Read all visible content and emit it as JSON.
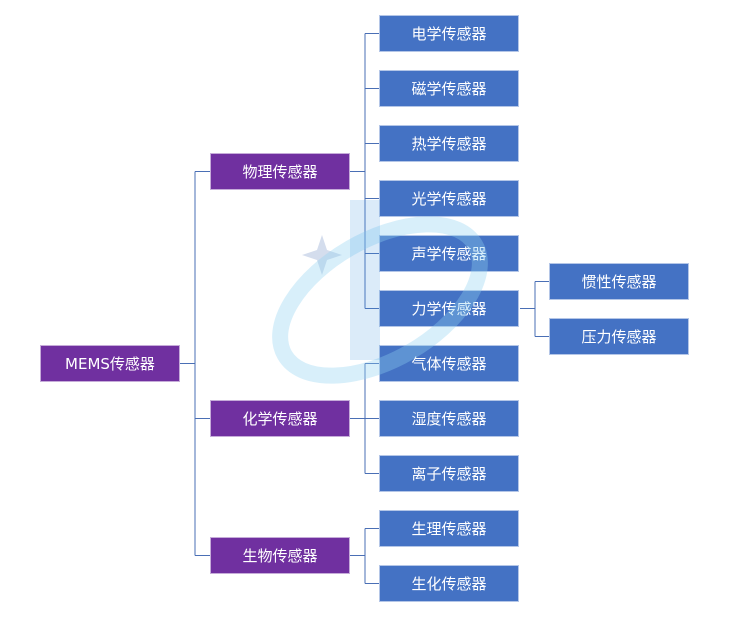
{
  "colors": {
    "level1": "#7030a0",
    "level2": "#4472c4",
    "connector": "#4a6fb5"
  },
  "root": {
    "label": "MEMS传感器"
  },
  "categories": [
    {
      "label": "物理传感器",
      "children": [
        {
          "label": "电学传感器"
        },
        {
          "label": "磁学传感器"
        },
        {
          "label": "热学传感器"
        },
        {
          "label": "光学传感器"
        },
        {
          "label": "声学传感器"
        },
        {
          "label": "力学传感器",
          "children": [
            {
              "label": "惯性传感器"
            },
            {
              "label": "压力传感器"
            }
          ]
        }
      ]
    },
    {
      "label": "化学传感器",
      "children": [
        {
          "label": "气体传感器"
        },
        {
          "label": "湿度传感器"
        },
        {
          "label": "离子传感器"
        }
      ]
    },
    {
      "label": "生物传感器",
      "children": [
        {
          "label": "生理传感器"
        },
        {
          "label": "生化传感器"
        }
      ]
    }
  ]
}
